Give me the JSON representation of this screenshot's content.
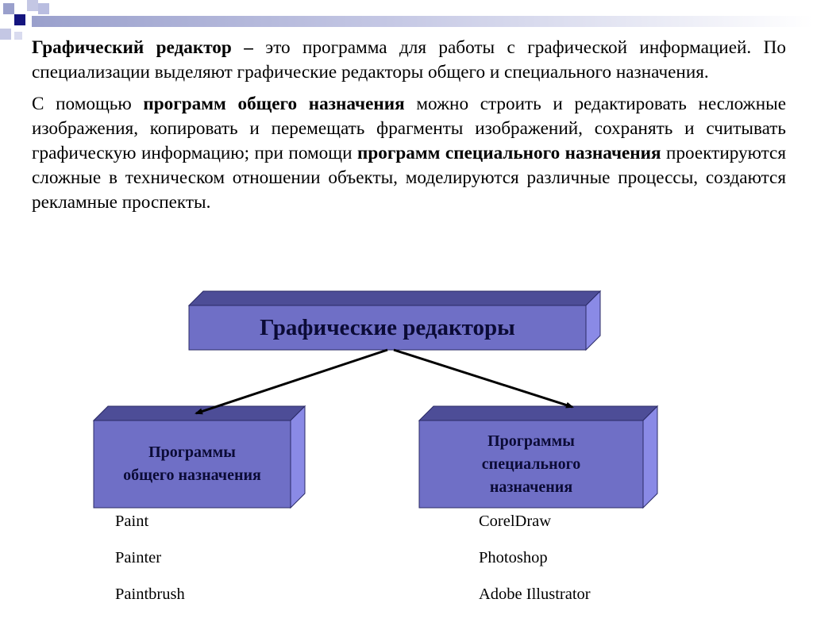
{
  "paragraph1": {
    "term": "Графический редактор –",
    "text": " это программа для работы с графической информацией. По специализации выделяют графические редакторы общего и специального назначения."
  },
  "paragraph2": {
    "part1": "С помощью ",
    "bold1": "программ общего назначения",
    "part2": " можно строить и редактировать несложные изображения, копировать и перемещать фрагменты изображений, сохранять и считывать графическую информацию; при помощи ",
    "bold2": "программ специального назначения",
    "part3": " проектируются сложные в техническом отношении объекты, моделируются различные процессы, создаются рекламные проспекты."
  },
  "diagram": {
    "root": "Графические редакторы",
    "left_line1": "Программы",
    "left_line2": "общего назначения",
    "right_line1": "Программы",
    "right_line2": "специального",
    "right_line3": "назначения"
  },
  "general_programs": [
    "Paint",
    "Painter",
    "Paintbrush"
  ],
  "special_programs": [
    "CorelDraw",
    "Photoshop",
    "Adobe Illustrator"
  ],
  "colors": {
    "box_front": "#6f6fc6",
    "box_top": "#4d4d97",
    "box_side": "#8a8ae6",
    "box_border": "#2b2b66",
    "label": "#0b0b36"
  }
}
